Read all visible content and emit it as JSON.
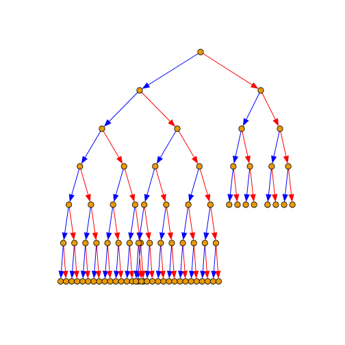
{
  "diagram": {
    "kind": "binary-tree",
    "node_color": "#e89a0c",
    "node_outline": "#000000",
    "left_edge_color": "#0000ff",
    "right_edge_color": "#ff0000",
    "left_subtree_depth": 6,
    "right_subtree_depth": 4
  }
}
